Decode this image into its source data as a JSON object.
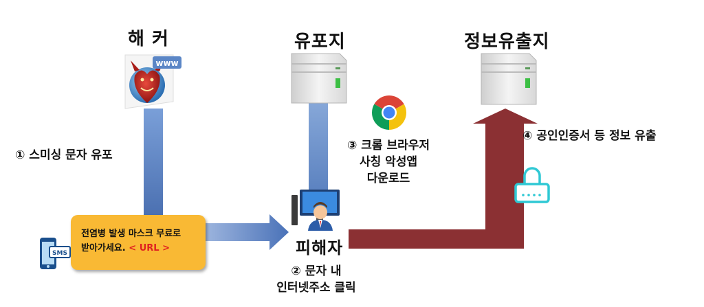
{
  "nodes": {
    "hacker": "해 커",
    "distribution_site": "유포지",
    "leak_site": "정보유출지",
    "victim": "피해자"
  },
  "steps": {
    "step1": "① 스미싱 문자 유포",
    "step2_line1": "② 문자 내",
    "step2_line2": "인터넷주소 클릭",
    "step3_line1": "③ 크롬 브라우저",
    "step3_line2": "사칭 악성앱",
    "step3_line3": "다운로드",
    "step4": "④ 공인인증서 등 정보 유출"
  },
  "sms_message": {
    "line1": "전염병 발생 마스크 무료로",
    "line2": "받아가세요.",
    "url": "< URL >"
  },
  "icons": {
    "hacker": "hacker-devil-www-icon",
    "phone": "phone-sms-icon",
    "server1": "server-icon",
    "server2": "server-icon",
    "browser": "chrome-browser-icon",
    "victim": "computer-user-icon",
    "lock": "lock-icon",
    "www_badge": "www"
  },
  "colors": {
    "blue_arrow": "#6b8ec9",
    "red_arrow": "#8b3033",
    "sms_box": "#f9b934",
    "lock": "#2fc8d4"
  }
}
